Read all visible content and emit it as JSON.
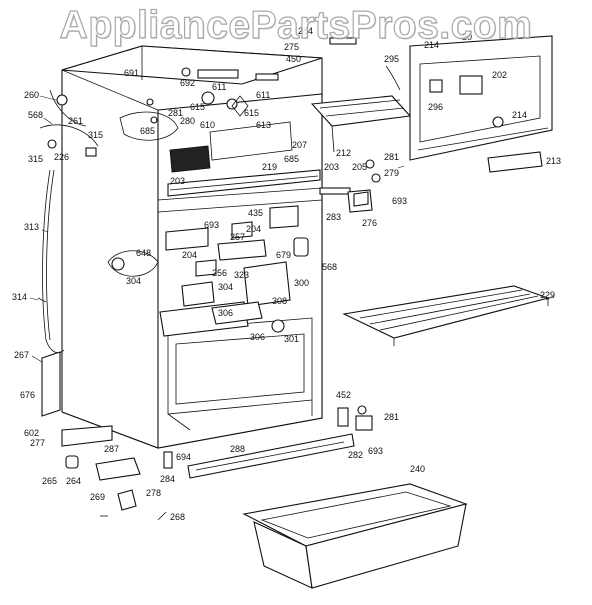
{
  "watermark": "AppliancePartsPros.com",
  "labels": [
    "691",
    "692",
    "611",
    "615",
    "611",
    "615",
    "261",
    "280",
    "281",
    "610",
    "613",
    "207",
    "685",
    "685",
    "260",
    "568",
    "315",
    "226",
    "315",
    "313",
    "314",
    "267",
    "676",
    "602",
    "277",
    "265",
    "264",
    "287",
    "269",
    "278",
    "268",
    "288",
    "694",
    "284",
    "240",
    "203",
    "219",
    "203",
    "693",
    "435",
    "204",
    "257",
    "204",
    "256",
    "648",
    "304",
    "304",
    "323",
    "308",
    "306",
    "306",
    "301",
    "300",
    "679",
    "568",
    "229",
    "212",
    "205",
    "283",
    "276",
    "693",
    "279",
    "281",
    "452",
    "281",
    "282",
    "693",
    "295",
    "296",
    "202",
    "214",
    "213",
    "284",
    "275",
    "450",
    "214",
    "20"
  ]
}
